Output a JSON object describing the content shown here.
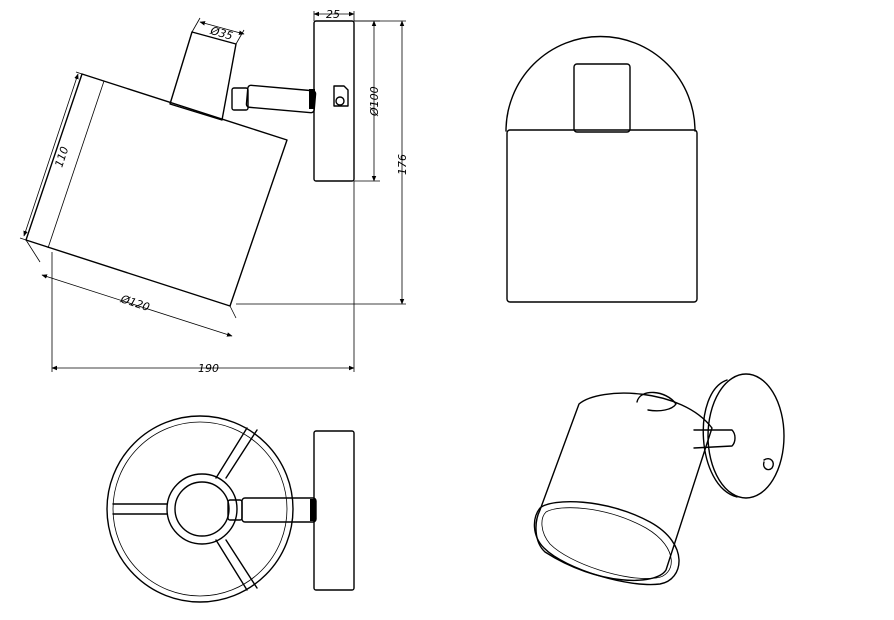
{
  "dimensions": {
    "stem_diameter": "Ø35",
    "plate_depth": "25",
    "plate_diameter": "Ø100",
    "overall_height": "176",
    "shade_length": "110",
    "shade_diameter": "Ø120",
    "overall_width": "190"
  },
  "colors": {
    "line": "#000000",
    "background": "#ffffff"
  }
}
